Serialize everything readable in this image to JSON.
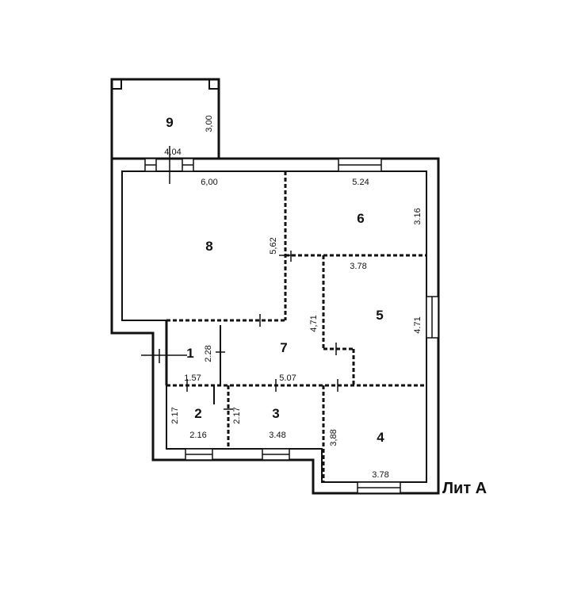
{
  "plan_label": "Лит А",
  "rooms": [
    {
      "num": "1"
    },
    {
      "num": "2"
    },
    {
      "num": "3"
    },
    {
      "num": "4"
    },
    {
      "num": "5"
    },
    {
      "num": "6"
    },
    {
      "num": "7"
    },
    {
      "num": "8"
    },
    {
      "num": "9"
    }
  ],
  "dimensions": {
    "r9_height": "3,00",
    "r9_width": "4,04",
    "r8_width": "6,00",
    "r8_height": "5,62",
    "r6_width": "5.24",
    "r6_height": "3.16",
    "r5_width": "3.78",
    "r5_height": "4.71",
    "r7_height": "4,71",
    "r7_width": "5.07",
    "r1_height": "2.28",
    "r1_width": "1.57",
    "r2_height": "2.17",
    "r2_width": "2.16",
    "r3_height": "2.17",
    "r3_width": "3.48",
    "r4_height": "3,88",
    "r4_width": "3.78"
  }
}
